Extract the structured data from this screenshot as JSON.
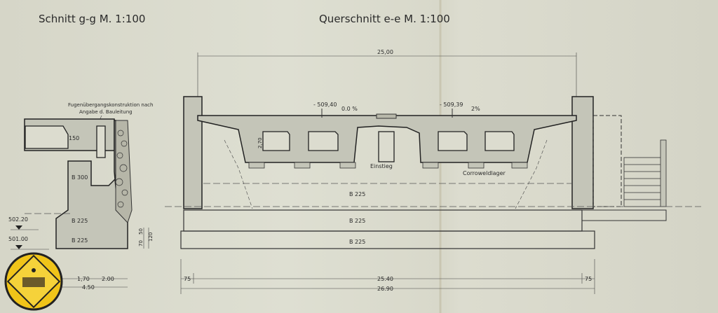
{
  "titles": {
    "left": "Schnitt g-g M. 1:100",
    "main": "Querschnitt e-e M. 1:100"
  },
  "left_section": {
    "note_line1": "Fugenübergangskonstruktion nach",
    "note_line2": "Angabe d. Bauleitung",
    "dim_150": "150",
    "concrete_top": "B 300",
    "concrete_mid": "B 225",
    "concrete_base": "B 225",
    "level_1": "502.20",
    "level_2": "501.00",
    "dim_50": "50",
    "dim_70": "70",
    "dim_120": "120",
    "dim_170": "1,70",
    "dim_200": "2.00",
    "dim_450": "4.50"
  },
  "main_section": {
    "overall_width": "25,00",
    "level_left": "- 509,40",
    "slope_left": "0.0 %",
    "level_right": "- 509,39",
    "slope_right": "2%",
    "box_height": "2,70",
    "manhole": "Einstieg",
    "bearing": "Corroweldlager",
    "concrete_pier": "B 225",
    "concrete_footing": "B 225",
    "concrete_base": "B 225",
    "dim_inner": "25.40",
    "dim_outer": "26.90",
    "dim_left": "75",
    "dim_right": "75"
  },
  "colors": {
    "paper": "#dcdccf",
    "ink": "#2a2a2a",
    "concrete": "#c4c5b8",
    "logo": "#f0c419"
  }
}
